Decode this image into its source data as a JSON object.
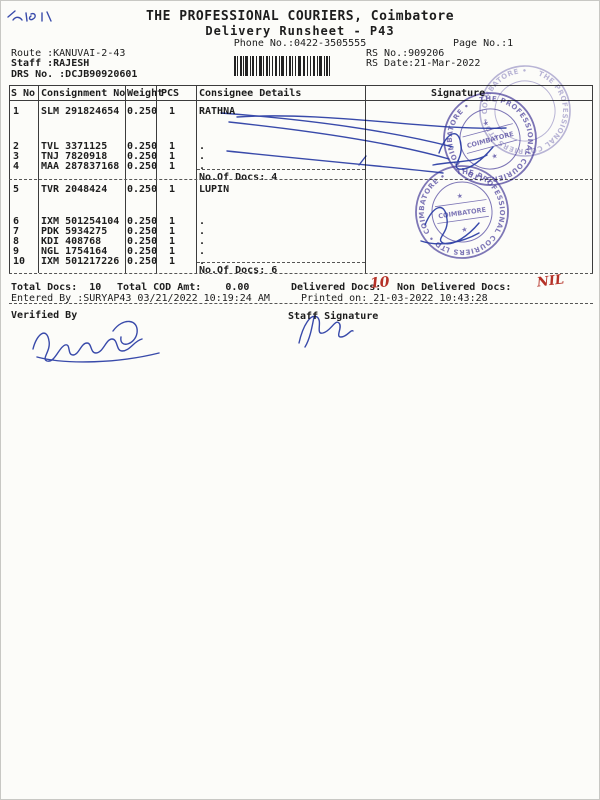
{
  "header": {
    "company": "THE PROFESSIONAL COURIERS, Coimbatore",
    "title": "Delivery Runsheet - P43",
    "phone": "Phone No.:0422-3505555",
    "page_no": "Page No.:1",
    "route": "Route :KANUVAI-2-43",
    "staff": "Staff :RAJESH",
    "drs_no": "DRS No. :DCJB90920601",
    "rs_no": "RS No.:909206",
    "rs_date": "RS Date:21-Mar-2022"
  },
  "table": {
    "headers": {
      "sno": "S No",
      "consignment": "Consignment No",
      "weight": "Weight",
      "pcs": "PCS",
      "consignee": "Consignee Details",
      "signature": "Signature"
    },
    "rows": [
      {
        "sno": "1",
        "consignment": "SLM 291824654",
        "weight": "0.250",
        "pcs": "1",
        "consignee": "RATHNA"
      },
      {
        "sno": "2",
        "consignment": "TVL 3371125",
        "weight": "0.250",
        "pcs": "1",
        "consignee": "."
      },
      {
        "sno": "3",
        "consignment": "TNJ 7820918",
        "weight": "0.250",
        "pcs": "1",
        "consignee": "."
      },
      {
        "sno": "4",
        "consignment": "MAA 287837168",
        "weight": "0.250",
        "pcs": "1",
        "consignee": "."
      },
      {
        "sno": "5",
        "consignment": "TVR 2048424",
        "weight": "0.250",
        "pcs": "1",
        "consignee": "LUPIN"
      },
      {
        "sno": "6",
        "consignment": "IXM 501254104",
        "weight": "0.250",
        "pcs": "1",
        "consignee": "."
      },
      {
        "sno": "7",
        "consignment": "PDK 5934275",
        "weight": "0.250",
        "pcs": "1",
        "consignee": "."
      },
      {
        "sno": "8",
        "consignment": "KDI 408768",
        "weight": "0.250",
        "pcs": "1",
        "consignee": "."
      },
      {
        "sno": "9",
        "consignment": "NGL 1754164",
        "weight": "0.250",
        "pcs": "1",
        "consignee": "."
      },
      {
        "sno": "10",
        "consignment": "IXM 501217226",
        "weight": "0.250",
        "pcs": "1",
        "consignee": "."
      }
    ],
    "group1_docs": "No.Of Docs: 4",
    "group2_docs": "No.Of Docs: 6"
  },
  "summary": {
    "total_docs": "Total Docs:  10",
    "total_cod": "Total COD Amt:    0.00",
    "delivered_label": "Delivered Docs:",
    "delivered_value": "10",
    "non_delivered_label": "Non Delivered Docs:",
    "non_delivered_value": "NIL",
    "entered_by": "Entered By :SURYAP43 03/21/2022 10:19:24 AM",
    "printed_on": "Printed on: 21-03-2022 10:43:28"
  },
  "footer": {
    "verified_by": "Verified By",
    "staff_signature": "Staff Signature"
  },
  "stamp": {
    "ring_text": "THE PROFESSIONAL COURIERS LTD • COIMBATORE •",
    "center_text": "COIMBATORE",
    "color": "#4a3f9f"
  },
  "ink": {
    "pen_color": "#2438a6",
    "red_color": "#b53127"
  }
}
